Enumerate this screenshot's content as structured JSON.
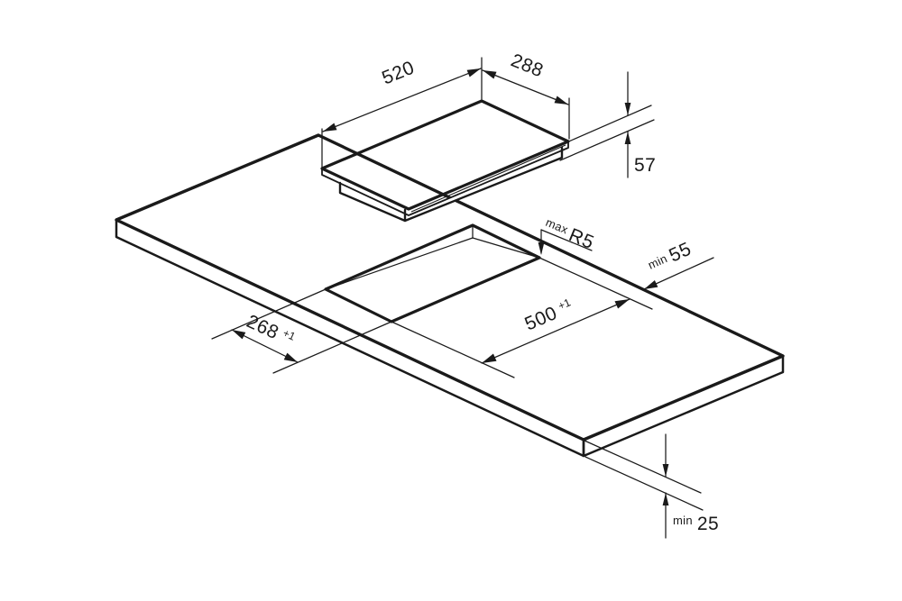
{
  "diagram": {
    "subject": "built-in-hob-worktop-cutout-installation-drawing",
    "background": "#ffffff",
    "line_color": "#1a1a1a",
    "dimensions": {
      "hob_width": {
        "value": "520"
      },
      "hob_depth": {
        "value": "288"
      },
      "hob_height": {
        "value": "57"
      },
      "cutout_corner_radius": {
        "prefix": "max",
        "value": "R5"
      },
      "rear_edge_clearance": {
        "prefix": "min",
        "value": "55"
      },
      "cutout_length": {
        "value": "500",
        "tolerance": "+1"
      },
      "cutout_width": {
        "value": "268",
        "tolerance": "+1"
      },
      "worktop_thickness": {
        "prefix": "min",
        "value": "25"
      }
    }
  }
}
